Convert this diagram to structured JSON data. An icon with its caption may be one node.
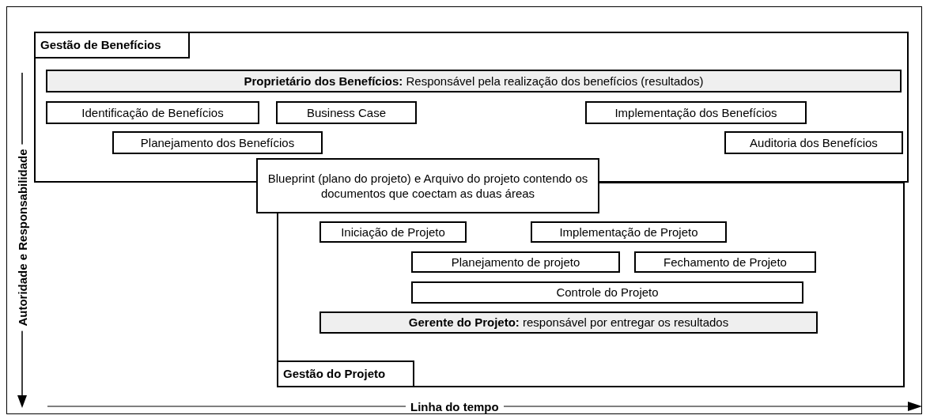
{
  "diagram": {
    "nodes": [
      {
        "text": [],
        "shape": "box"
      },
      {
        "text": [
          "Gestão de Benefícios"
        ],
        "in": 0
      },
      {
        "text": [
          "**Proprietário dos Benefícios:** Responsável pela realização dos benefícios (resultados)"
        ],
        "in": 0
      },
      {
        "text": [
          "Identificação de Benefícios"
        ],
        "in": 0
      },
      {
        "text": [
          "Business Case"
        ],
        "in": 0
      },
      {
        "text": [
          "Implementação dos Benefícios"
        ],
        "in": 0
      },
      {
        "text": [
          "Planejamento dos Benefícios"
        ],
        "in": 0
      },
      {
        "text": [
          "Auditoria dos Benefícios"
        ],
        "in": 0
      },
      {
        "text": [
          "Blueprint (plano do projeto) e Arquivo do projeto contendo os documentos que coectam as duas áreas"
        ]
      },
      {
        "text": [],
        "shape": "box"
      },
      {
        "text": [
          "Iniciação de Projeto"
        ],
        "in": 9
      },
      {
        "text": [
          "Implementação de Projeto"
        ],
        "in": 9
      },
      {
        "text": [
          "Planejamento de projeto"
        ],
        "in": 9
      },
      {
        "text": [
          "Fechamento de Projeto"
        ],
        "in": 9
      },
      {
        "text": [
          "Controle do Projeto"
        ],
        "in": 9
      },
      {
        "text": [
          "**Gerente do Projeto:** responsável por entregar os resultados"
        ],
        "in": 9
      },
      {
        "text": [
          "Gestão do Projeto"
        ],
        "in": 9
      }
    ],
    "labels": [
      "Autoridade e Responsabilidade",
      "Linha do tempo"
    ]
  }
}
